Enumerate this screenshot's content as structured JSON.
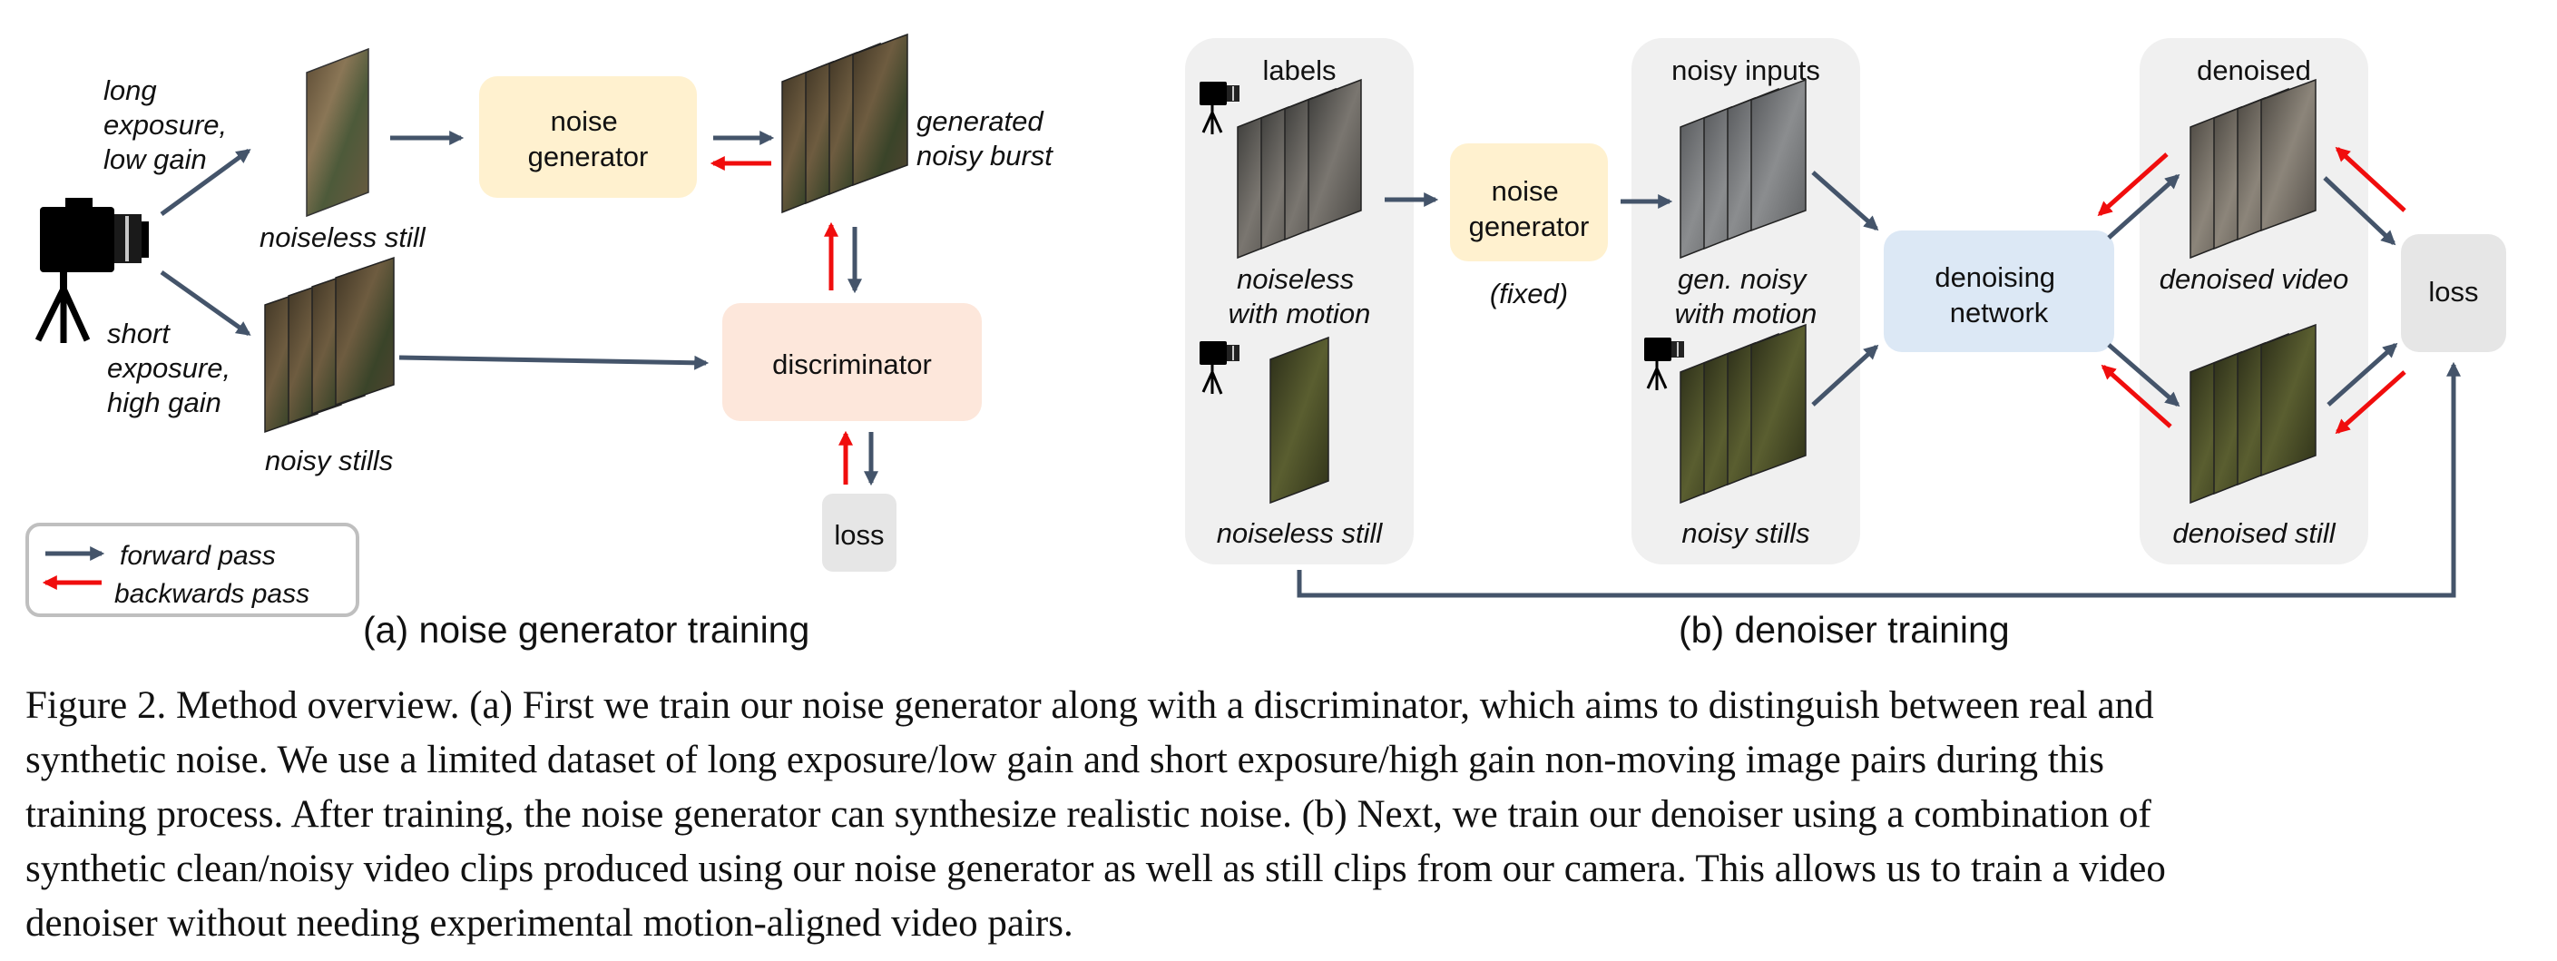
{
  "colors": {
    "arrow_forward": "#44546A",
    "arrow_backward": "#F00D0D",
    "noise_generator_fill": "#FFF1CF",
    "discriminator_fill": "#FDE7DB",
    "loss_fill": "#E6E6E6",
    "denoising_network_fill": "#DCE8F5",
    "panel_fill": "#F0F0F0",
    "legend_border": "#BFBFBF"
  },
  "part_a": {
    "label_long_exposure": [
      "long",
      "exposure,",
      "low gain"
    ],
    "label_short_exposure": [
      "short",
      "exposure,",
      "high gain"
    ],
    "label_noiseless_still": "noiseless still",
    "label_noisy_stills": "noisy stills",
    "label_generated_burst": [
      "generated",
      "noisy burst"
    ],
    "box_noise_generator": [
      "noise",
      "generator"
    ],
    "box_discriminator": "discriminator",
    "box_loss": "loss",
    "icons": [
      "camera-on-tripod-icon",
      "image-frame-icon"
    ],
    "legend": {
      "forward": "forward pass",
      "backward": "backwards pass"
    },
    "title": "(a) noise generator training"
  },
  "part_b": {
    "panel_labels": "labels",
    "label_noiseless_motion": [
      "noiseless",
      "with motion"
    ],
    "label_noiseless_still": "noiseless still",
    "box_noise_generator": [
      "noise",
      "generator"
    ],
    "label_fixed": "(fixed)",
    "panel_noisy_inputs": "noisy inputs",
    "label_gen_noisy": [
      "gen. noisy",
      "with motion"
    ],
    "label_noisy_stills": "noisy stills",
    "box_denoising_network": [
      "denoising",
      "network"
    ],
    "panel_denoised": "denoised",
    "label_denoised_video": "denoised video",
    "label_denoised_still": "denoised still",
    "box_loss": "loss",
    "title": "(b) denoiser training"
  },
  "caption": [
    "Figure 2. Method overview. (a) First we train our noise generator along with a discriminator, which aims to distinguish between real and",
    "synthetic noise.  We use a limited dataset of long exposure/low gain and short exposure/high gain non-moving image pairs during this",
    "training process. After training, the noise generator can synthesize realistic noise. (b) Next, we train our denoiser using a combination of",
    "synthetic clean/noisy video clips produced using our noise generator as well as still clips from our camera. This allows us to train a video",
    "denoiser without needing experimental motion-aligned video pairs."
  ]
}
